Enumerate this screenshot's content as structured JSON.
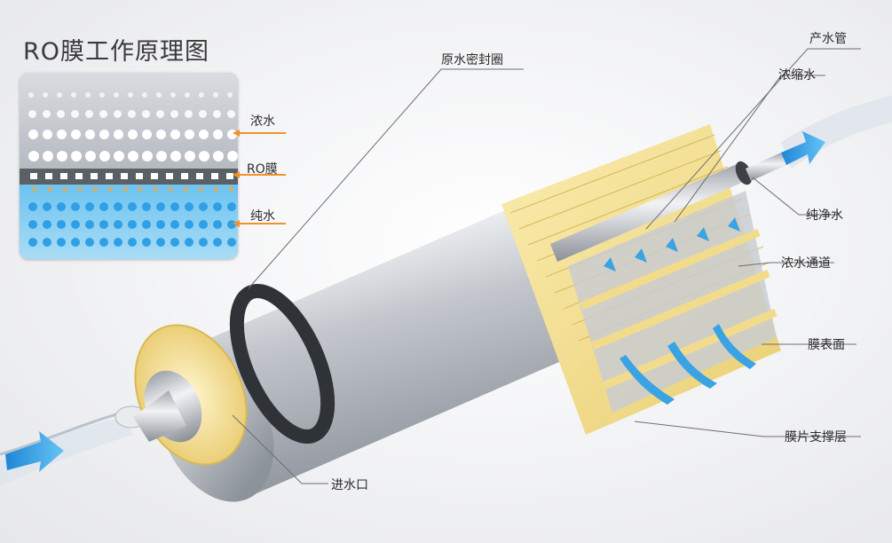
{
  "title": "RO膜工作原理图",
  "inset": {
    "concentrate_label": "浓水",
    "membrane_label": "RO膜",
    "pure_label": "纯水"
  },
  "callouts": {
    "raw_water_seal": "原水密封圈",
    "product_tube": "产水管",
    "concentrate_water": "浓缩水",
    "pure_water": "纯净水",
    "concentrate_channel": "浓水通道",
    "membrane_surface": "膜表面",
    "membrane_support_layer": "膜片支撑层",
    "water_inlet": "进水口"
  },
  "colors": {
    "arrow_orange": "#f0922b",
    "water_blue": "#3aa3e3",
    "membrane_yellow": "#f2dc8c",
    "cylinder_silver": "#c8ccd2"
  }
}
